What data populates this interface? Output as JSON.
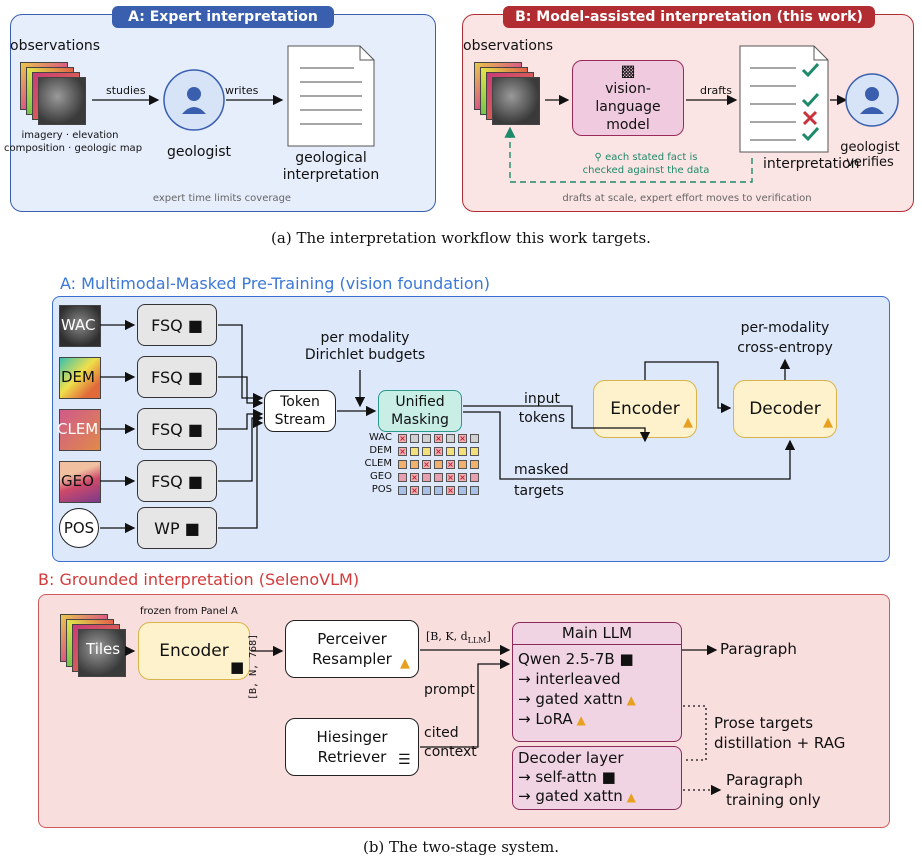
{
  "panel_a_top": {
    "header": "A: Expert interpretation",
    "observations": "observations",
    "studies": "studies",
    "writes": "writes",
    "geologist": "geologist",
    "caption_line1": "imagery · elevation",
    "caption_line2": "composition · geologic map",
    "doc_line1": "geological",
    "doc_line2": "interpretation",
    "footer": "expert time limits coverage"
  },
  "panel_b_top": {
    "header": "B: Model-assisted interpretation (this work)",
    "observations": "observations",
    "vlm_line1": "vision-language",
    "vlm_line2": "model",
    "drafts": "drafts",
    "interpretation": "interpretation",
    "geologist_line1": "geologist",
    "geologist_line2": "verifies",
    "check_line1": "each stated fact is",
    "check_line2": "checked against the data",
    "footer": "drafts at scale, expert effort moves to verification"
  },
  "caption_a": "(a) The interpretation workflow this work targets.",
  "stage_a": {
    "title": "A: Multimodal-Masked Pre-Training (vision foundation)",
    "inputs": [
      "WAC",
      "DEM",
      "CLEM",
      "GEO",
      "POS"
    ],
    "tokenizers": [
      "FSQ",
      "FSQ",
      "FSQ",
      "FSQ",
      "WP"
    ],
    "token_stream_line1": "Token",
    "token_stream_line2": "Stream",
    "budget_line1": "per modality",
    "budget_line2": "Dirichlet budgets",
    "masking_line1": "Unified",
    "masking_line2": "Masking",
    "grid_rows": [
      "WAC",
      "DEM",
      "CLEM",
      "GEO",
      "POS"
    ],
    "input_line1": "input",
    "input_line2": "tokens",
    "masked_line1": "masked",
    "masked_line2": "targets",
    "encoder": "Encoder",
    "decoder": "Decoder",
    "loss_line1": "per-modality",
    "loss_line2": "cross-entropy"
  },
  "stage_b": {
    "title": "B: Grounded interpretation (SelenoVLM)",
    "tiles": "Tiles",
    "frozen": "frozen from Panel A",
    "encoder": "Encoder",
    "shape_bn": "[B, N, 768]",
    "perceiver_line1": "Perceiver",
    "perceiver_line2": "Resampler",
    "shape_bk": "[B, K, d",
    "shape_bk_sub": "LLM",
    "shape_bk_end": "]",
    "prompt": "prompt",
    "retriever_line1": "Hiesinger",
    "retriever_line2": "Retriever",
    "cited_line1": "cited",
    "cited_line2": "context",
    "llm_title": "Main LLM",
    "llm_model": "Qwen 2.5-7B",
    "llm_item1": "→ interleaved",
    "llm_item2": "→ gated xattn",
    "llm_item3": "→ LoRA",
    "paragraph": "Paragraph",
    "decoder_title": "Decoder layer",
    "decoder_item1": "→ self-attn",
    "decoder_item2": "→ gated xattn",
    "prose_line1": "Prose targets",
    "prose_line2": "distillation + RAG",
    "training_line1": "Paragraph",
    "training_line2": "training only"
  },
  "caption_b": "(b) The two-stage system.",
  "colors": {
    "blue_header": "#3a5fae",
    "red_header": "#b22d32",
    "blue_panel": "#e6edfb",
    "red_panel": "#fbe4e4",
    "check_green": "#1e8a6a",
    "title_blue": "#3b78d8",
    "title_red": "#d43a3a"
  }
}
